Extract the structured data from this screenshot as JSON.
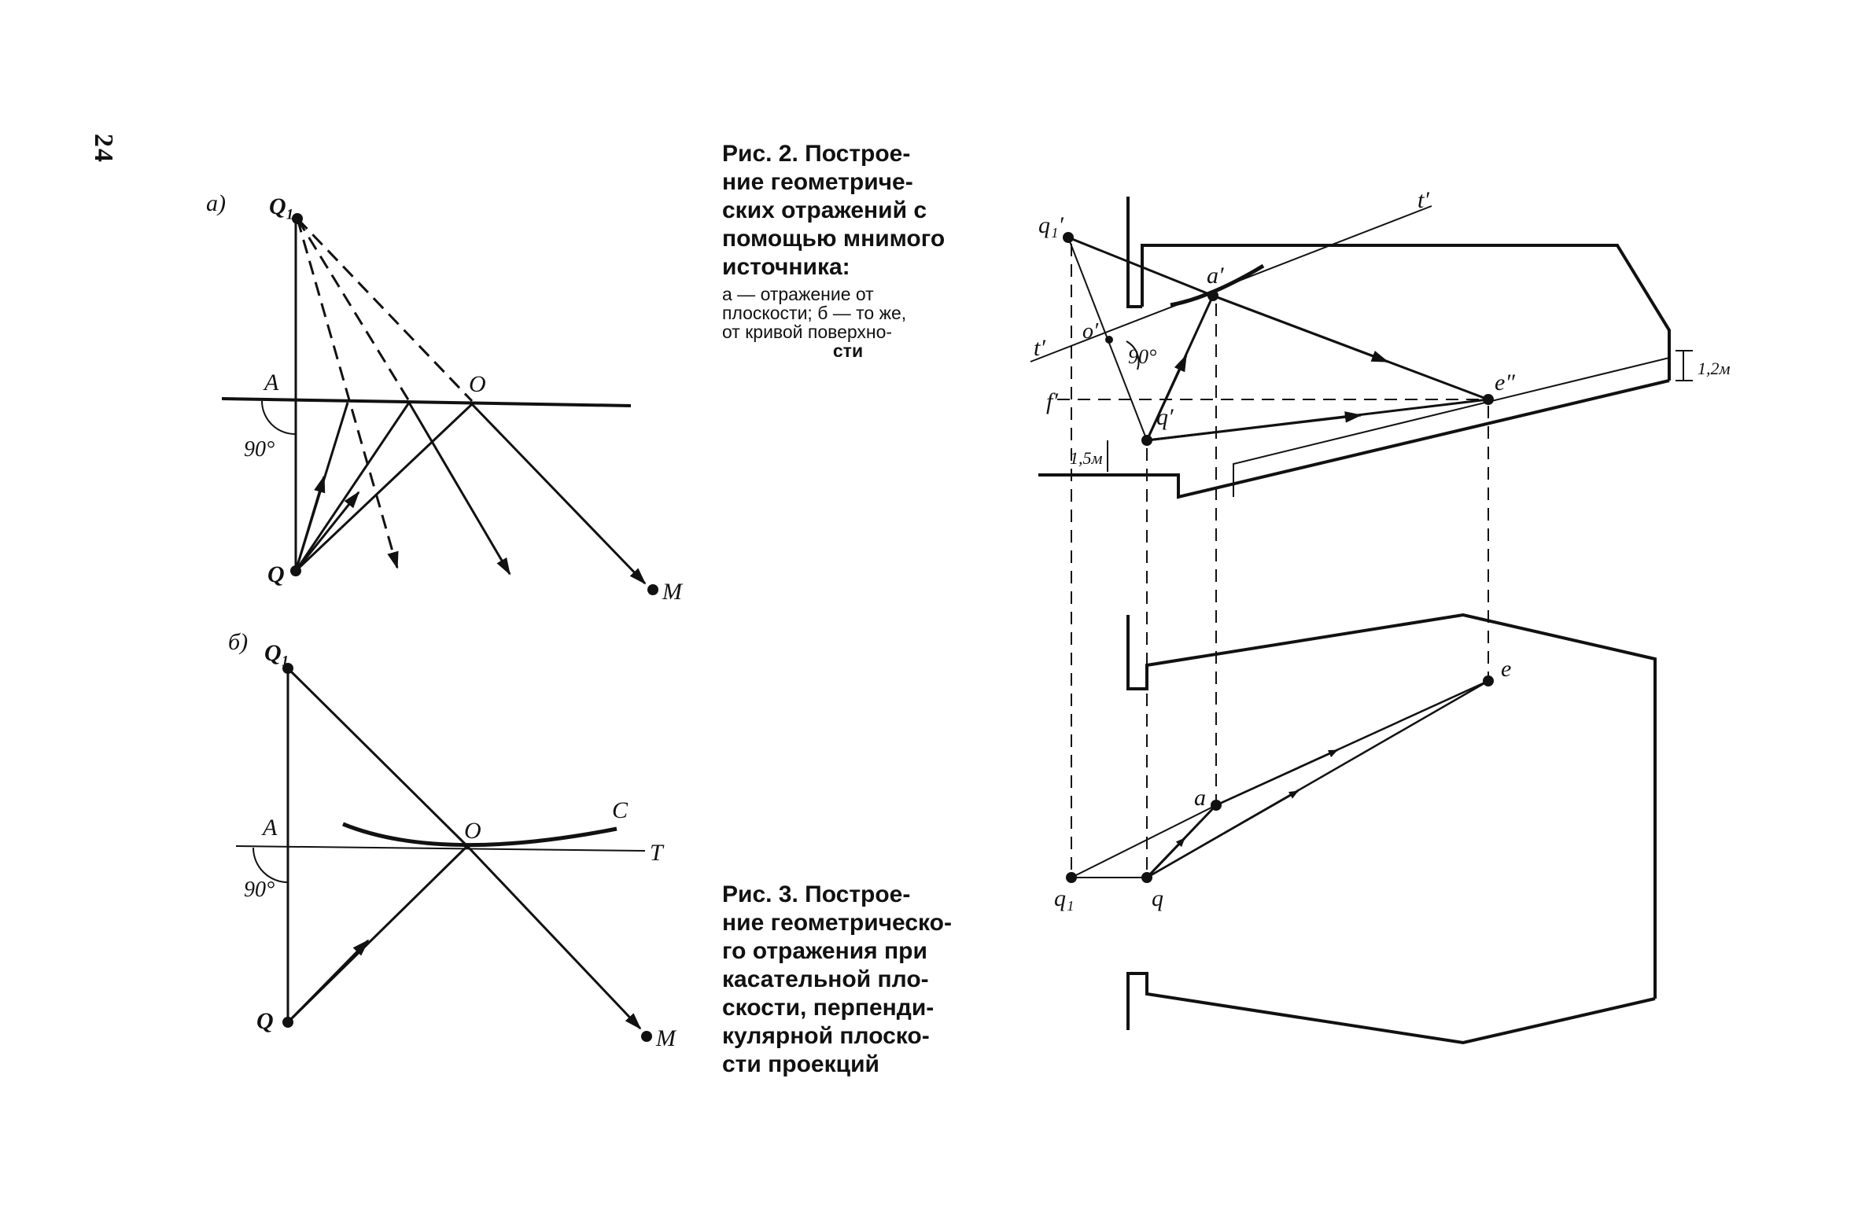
{
  "page": {
    "number": "24"
  },
  "fig2": {
    "caption_lines": [
      "Рис. 2. Построе-",
      "ние геометриче-",
      "ских отражений с",
      "помощью мнимого",
      "источника:"
    ],
    "note_lines": [
      "а — отражение от",
      "плоскости; б — то же,",
      "от кривой поверхно-"
    ],
    "note_last": "сти",
    "panel_a": {
      "panel_label": "а)",
      "label_Q1": "Q₁",
      "label_A": "A",
      "label_O": "O",
      "label_Q": "Q",
      "label_M": "M",
      "angle": "90°"
    },
    "panel_b": {
      "panel_label": "б)",
      "label_Q1": "Q₁",
      "label_A": "A",
      "label_O": "O",
      "label_C": "C",
      "label_T": "T",
      "label_Q": "Q",
      "label_M": "M",
      "angle": "90°"
    }
  },
  "fig3": {
    "caption_lines": [
      "Рис. 3. Построе-",
      "ние геометрическо-",
      "го отражения при",
      "касательной пло-",
      "скости, перпенди-",
      "кулярной плоско-",
      "сти проекций"
    ],
    "labels": {
      "q1_prime": "q₁′",
      "t_prime_top": "t′",
      "a_prime": "a′",
      "o_prime": "o′",
      "t_prime_left": "t′",
      "angle": "90°",
      "f_prime": "f′",
      "q_prime": "q′",
      "e_prime": "e″",
      "dim_1_5": "1,5м",
      "dim_1_2": "1,2м",
      "e": "e",
      "a": "a",
      "q1": "q₁",
      "q": "q"
    }
  }
}
